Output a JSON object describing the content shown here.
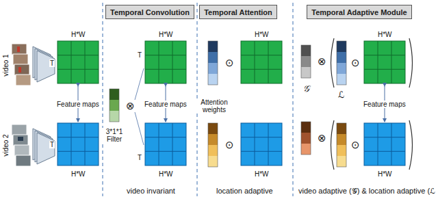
{
  "diagram": {
    "nodes": [
      {
        "text": [
          "Temporal Convolution"
        ]
      },
      {
        "text": [
          "Temporal Attention"
        ]
      },
      {
        "text": [
          "Temporal Adaptive Module"
        ]
      }
    ],
    "labels": [
      "video 1",
      "video 2",
      "H*W",
      "T",
      "Feature maps",
      "T",
      "H*W",
      "H*W",
      "T",
      "Feature maps",
      "T",
      "H*W",
      "⊗",
      "3*1*1 Filter",
      "video invariant",
      "H*W",
      "⊙",
      "Attention weights",
      "⊙",
      "H*W",
      "location adaptive",
      "H*W",
      "⊗",
      "𝒢",
      "⊗",
      "ℒ",
      "⊙",
      "Feature maps",
      "⊙",
      "H*W",
      "video adaptive (𝒢) & location adaptive (ℒ"
    ]
  }
}
